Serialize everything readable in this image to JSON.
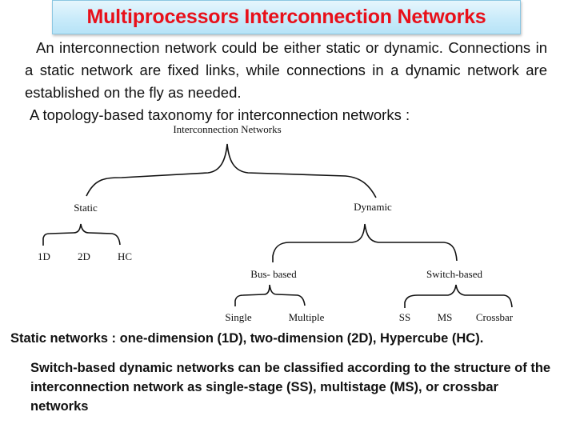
{
  "title": "Multiprocessors Interconnection Networks",
  "intro": {
    "paragraph1": "An interconnection network could be either static or dynamic. Connections in a static network are fixed links, while connections in a dynamic network are established on the fly as needed.",
    "paragraph2": "A topology-based taxonomy for interconnection networks :"
  },
  "diagram": {
    "root": "Interconnection Networks",
    "static": {
      "label": "Static",
      "children": [
        "1D",
        "2D",
        "HC"
      ]
    },
    "dynamic": {
      "label": "Dynamic",
      "bus_based": {
        "label": "Bus- based",
        "children": [
          "Single",
          "Multiple"
        ]
      },
      "switch_based": {
        "label": "Switch-based",
        "children": [
          "SS",
          "MS",
          "Crossbar"
        ]
      }
    }
  },
  "notes": {
    "static_networks": "Static networks : one-dimension (1D), two-dimension (2D), Hypercube (HC).",
    "switch_based": "Switch-based dynamic networks can be classified according to the structure of the interconnection network as single-stage (SS), multistage (MS), or crossbar networks"
  }
}
